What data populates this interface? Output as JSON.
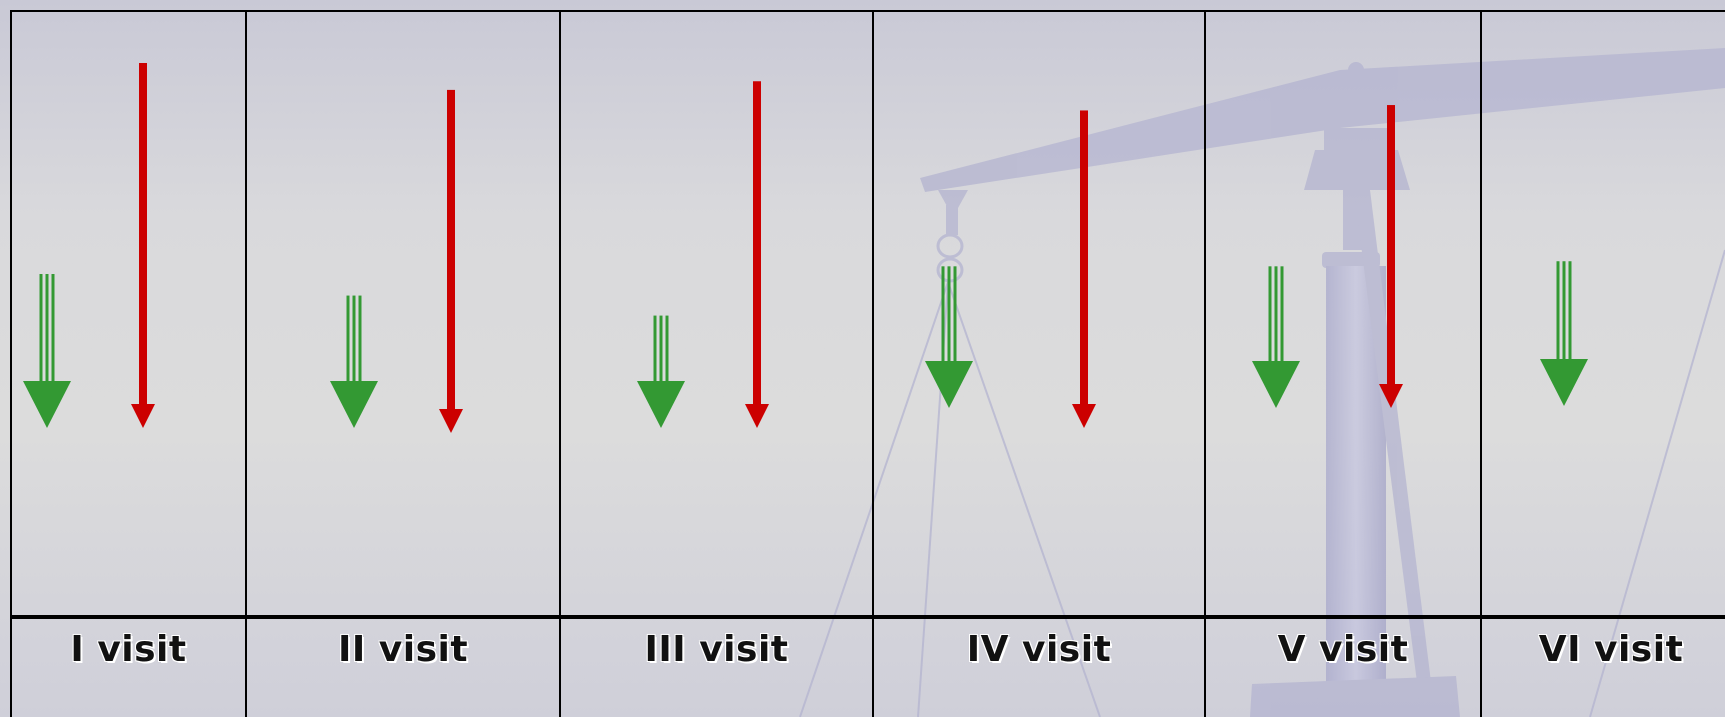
{
  "colors": {
    "green_arrow": "#339933",
    "red_arrow": "#cc0000",
    "grid_line": "#000000",
    "scale_watermark": "#b4b4d0"
  },
  "visits": [
    {
      "label": "I visit",
      "green_arrow_length": 1.0,
      "red_arrow_length": 1.0
    },
    {
      "label": "II visit",
      "green_arrow_length": 0.86,
      "red_arrow_length": 0.94
    },
    {
      "label": "III visit",
      "green_arrow_length": 0.73,
      "red_arrow_length": 0.95
    },
    {
      "label": "IV visit",
      "green_arrow_length": 0.92,
      "red_arrow_length": 0.87
    },
    {
      "label": "V visit",
      "green_arrow_length": 0.92,
      "red_arrow_length": 0.83
    },
    {
      "label": "VI visit",
      "green_arrow_length": 0.94,
      "red_arrow_length": null
    }
  ]
}
